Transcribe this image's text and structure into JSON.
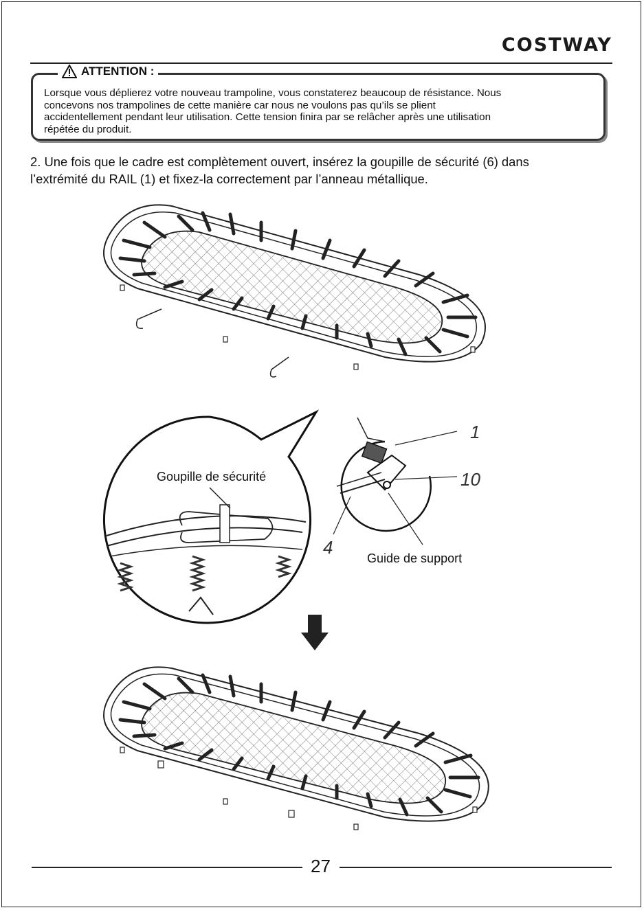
{
  "header": {
    "brand": "COSTWAY"
  },
  "attention": {
    "label": "ATTENTION :",
    "lines": [
      "Lorsque vous déplierez votre nouveau trampoline, vous constaterez beaucoup de résistance. Nous",
      "concevons nos trampolines de cette manière car nous ne voulons pas qu’ils se plient",
      "accidentellement pendant leur utilisation. Cette tension finira par se relâcher après une utilisation",
      "répétée du produit."
    ]
  },
  "step": {
    "lines": [
      "2. Une fois que le cadre est complètement ouvert, insérez la goupille de sécurité (6) dans",
      "l’extrémité du RAIL (1) et fixez-la correctement par l’anneau métallique."
    ]
  },
  "figures": {
    "detail_label": "Goupille de sécurité",
    "support_label": "Guide de support",
    "part_1": "1",
    "part_10": "10",
    "part_4": "4"
  },
  "footer": {
    "page_number": "27"
  }
}
